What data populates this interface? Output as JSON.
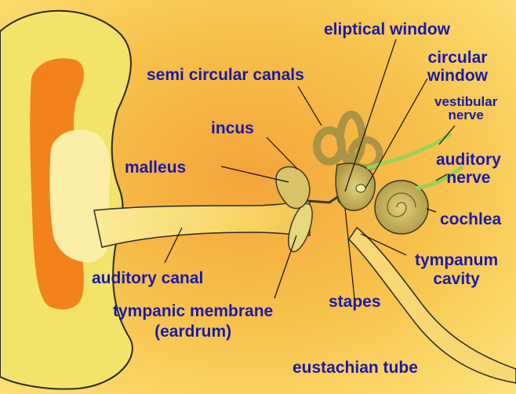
{
  "labels": {
    "eliptical_window": "eliptical window",
    "circular_window_1": "circular",
    "circular_window_2": "window",
    "semi_circular_canals": "semi circular canals",
    "vestibular_nerve_1": "vestibular",
    "vestibular_nerve_2": "nerve",
    "incus": "incus",
    "malleus": "malleus",
    "auditory_nerve_1": "auditory",
    "auditory_nerve_2": "nerve",
    "cochlea": "cochlea",
    "tympanum_cavity_1": "tympanum",
    "tympanum_cavity_2": "cavity",
    "auditory_canal": "auditory canal",
    "stapes": "stapes",
    "tympanic_membrane_1": "tympanic membrane",
    "tympanic_membrane_2": "(eardrum)",
    "eustachian_tube": "eustachian tube"
  },
  "colors": {
    "label_text": "#1a1aa8",
    "background_gold": "#f7c64a",
    "outer_ear_yellow": "#f4e36a",
    "outer_ear_orange": "#f2821c",
    "canal_light": "#f7e07a",
    "inner_ear": "#c9b25c",
    "nerve_green": "#9ccf5a"
  }
}
